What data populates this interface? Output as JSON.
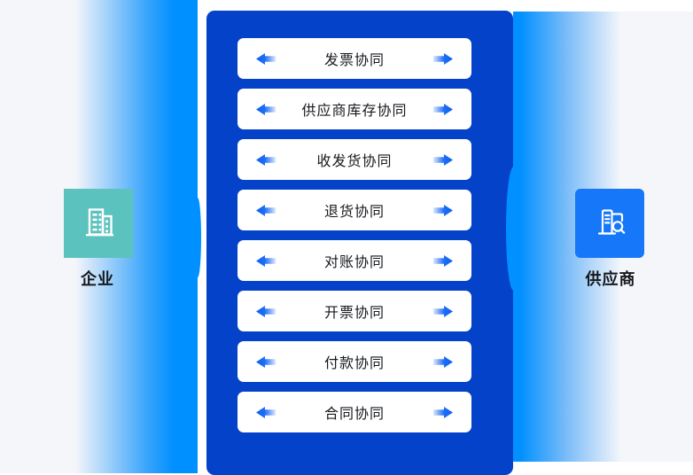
{
  "entities": {
    "left": {
      "label": "企业",
      "icon": "building-icon"
    },
    "right": {
      "label": "供应商",
      "icon": "document-search-icon"
    }
  },
  "collaborations": [
    {
      "label": "发票协同"
    },
    {
      "label": "供应商库存协同"
    },
    {
      "label": "收发货协同"
    },
    {
      "label": "退货协同"
    },
    {
      "label": "对账协同"
    },
    {
      "label": "开票协同"
    },
    {
      "label": "付款协同"
    },
    {
      "label": "合同协同"
    }
  ],
  "colors": {
    "panel_blue": "#0442c9",
    "bright_blue": "#0190ff",
    "teal_tile": "#5bc2be",
    "supplier_tile_blue": "#1677f8",
    "arrow_blue": "#1166f3",
    "text_dark": "#15181e",
    "background_light": "#f5f6fa"
  }
}
